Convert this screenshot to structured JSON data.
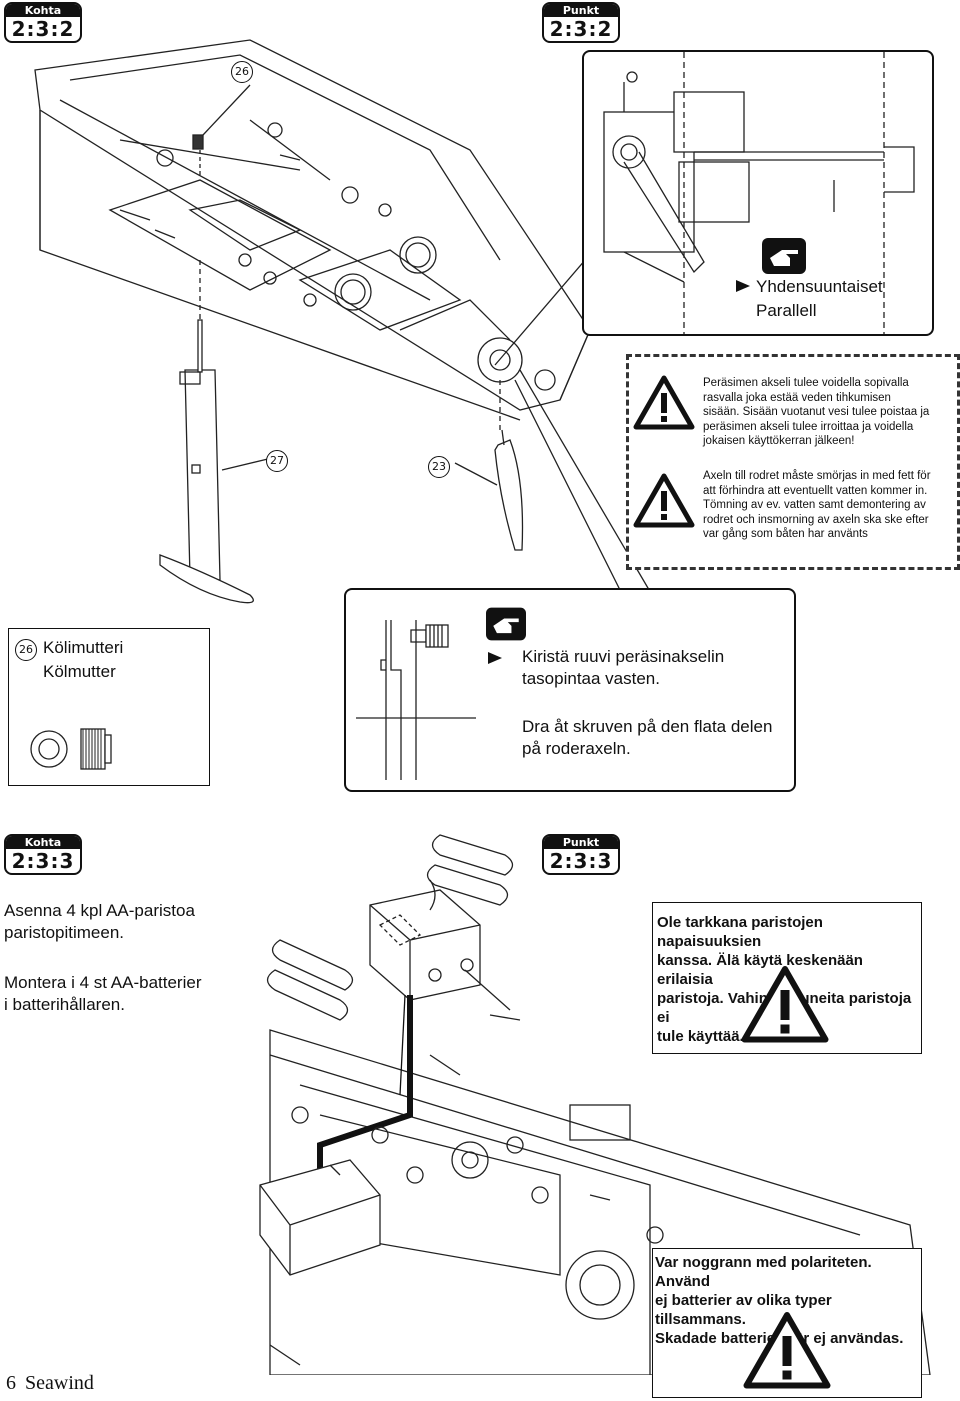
{
  "step1": {
    "kohta_label": "Kohta",
    "punkt_label": "Punkt",
    "number": "2:3:2",
    "callout_parallel_fi": "Yhdensuuntaiset",
    "callout_parallel_sv": "Parallell",
    "part_numbers": [
      "26",
      "27",
      "23"
    ],
    "warning_fi": [
      "Peräsimen akseli tulee voidella sopivalla",
      "rasvalla joka estää veden tihkumisen",
      "sisään. Sisään vuotanut vesi tulee poistaa ja",
      "peräsimen akseli tulee irroittaa ja voidella",
      "jokaisen käyttökerran jälkeen!"
    ],
    "warning_sv": [
      "Axeln till rodret måste smörjas in med fett för",
      "att förhindra att eventuellt vatten kommer in.",
      "Tömning av ev. vatten samt demontering av",
      "rodret och insmorning av axeln ska ske efter",
      "var gång som båten har använts"
    ],
    "part26_fi": "Kölimutteri",
    "part26_sv": "Kölmutter",
    "tip_fi": [
      "Kiristä ruuvi peräsinakselin",
      "tasopintaa vasten."
    ],
    "tip_sv": [
      "Dra åt skruven på den flata delen",
      "på roderaxeln."
    ]
  },
  "step2": {
    "kohta_label": "Kohta",
    "punkt_label": "Punkt",
    "number": "2:3:3",
    "instr_fi": [
      "Asenna 4 kpl AA-paristoa",
      "paristopitimeen."
    ],
    "instr_sv": [
      "Montera i 4 st AA-batterier",
      "i batterihållaren."
    ],
    "warning_fi": [
      "Ole tarkkana paristojen napaisuuksien",
      "kanssa. Älä käytä keskenään erilaisia",
      "paristoja. Vahingoittuneita paristoja ei",
      "tule käyttää."
    ],
    "warning_sv": [
      "Var noggrann med polariteten. Använd",
      "ej batterier av olika typer tillsammans.",
      "Skadade batterier bör ej användas."
    ]
  },
  "footer": {
    "page_number": "6",
    "title": "Seawind"
  },
  "icons": [
    "warning-triangle-icon",
    "pointing-hand-icon",
    "arrow-right-icon"
  ]
}
